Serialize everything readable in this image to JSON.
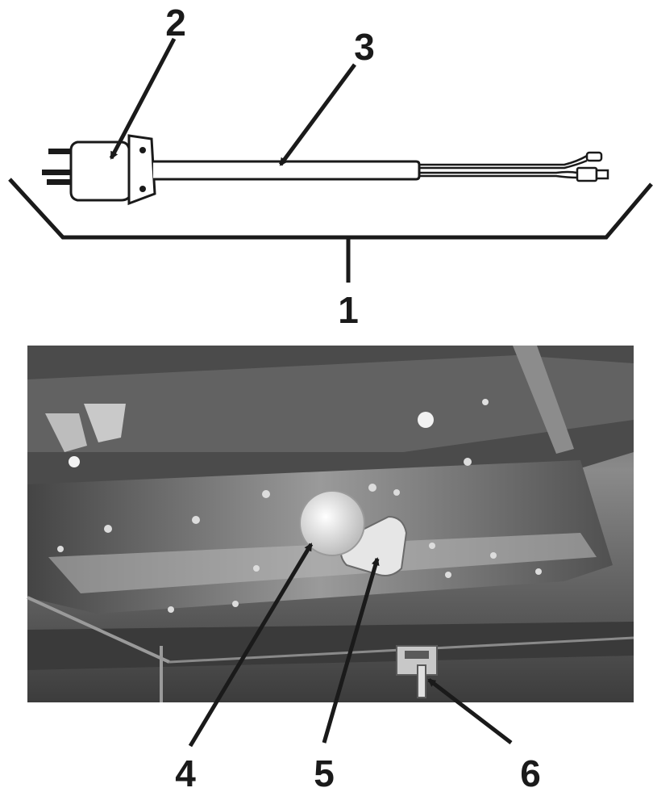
{
  "callouts": {
    "c1": "1",
    "c2": "2",
    "c3": "3",
    "c4": "4",
    "c5": "5",
    "c6": "6"
  },
  "colors": {
    "ink": "#1a1a1a",
    "photo_dark": "#2b2b2b",
    "photo_mid": "#7a7a7a",
    "photo_light": "#d8d8d8",
    "bulb": "#ececec"
  }
}
